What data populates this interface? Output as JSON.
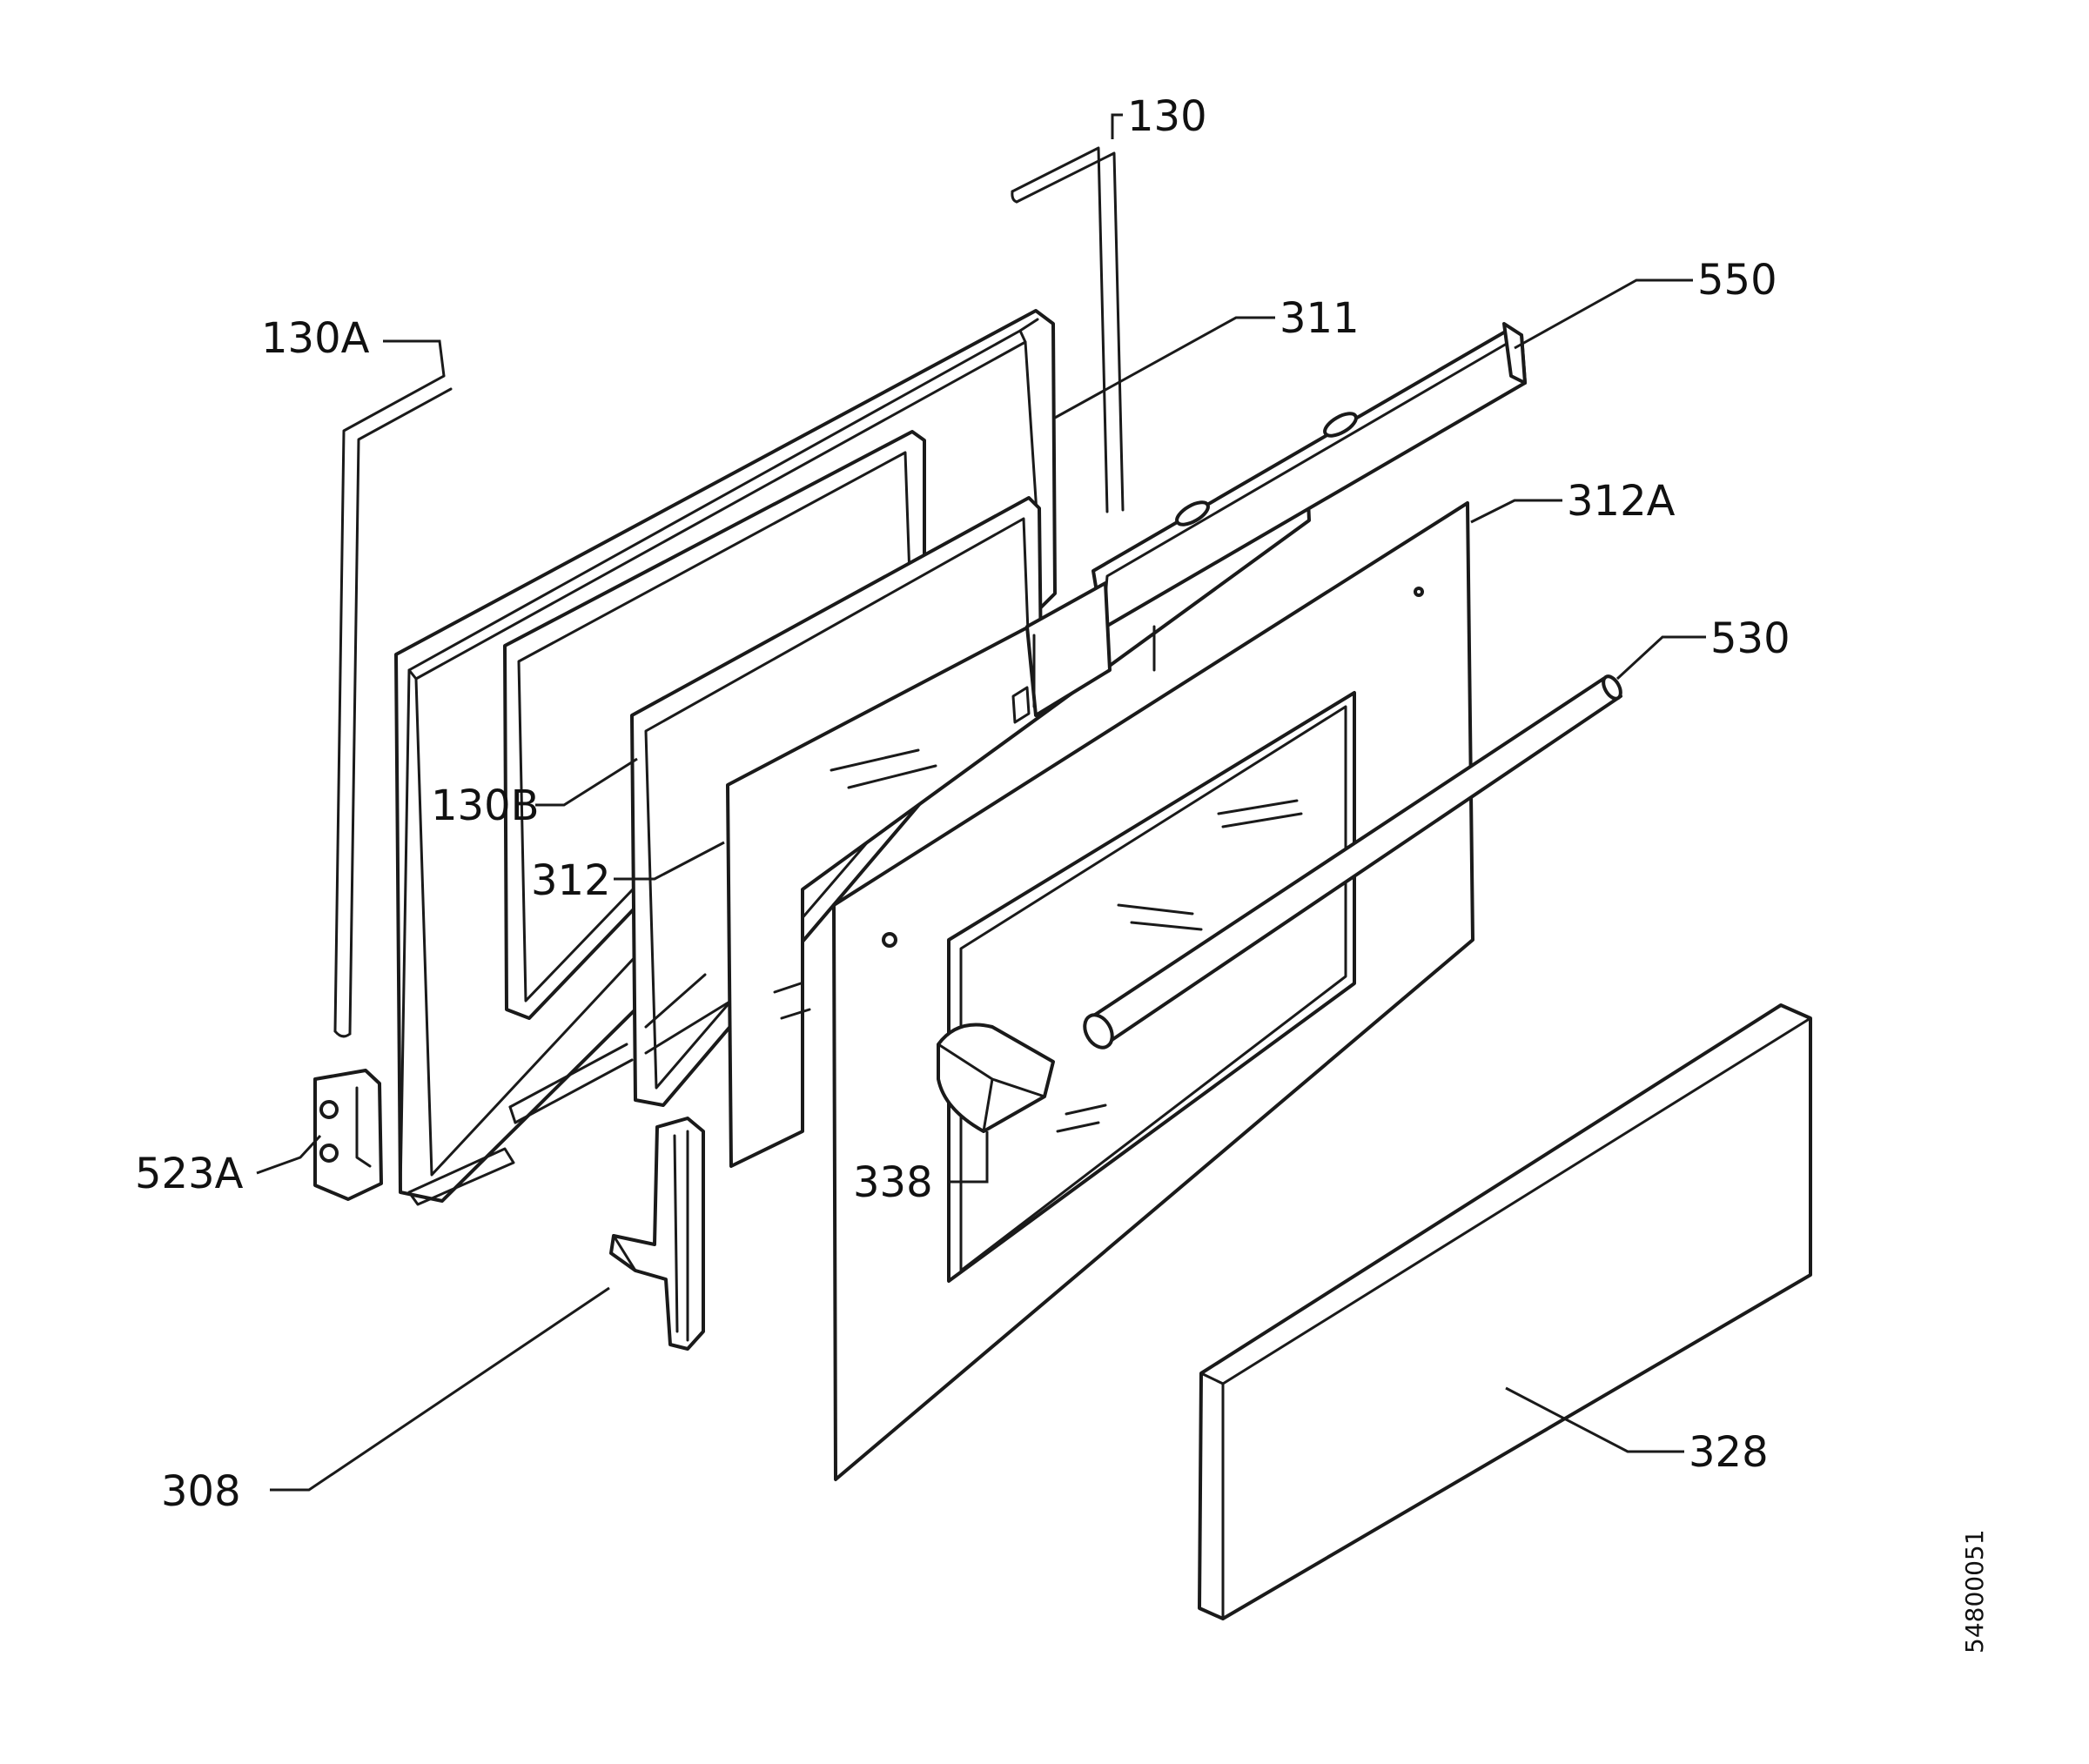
{
  "labels": {
    "p130": "130",
    "p130A": "130A",
    "p311": "311",
    "p550": "550",
    "p312A": "312A",
    "p530": "530",
    "p130B": "130B",
    "p312": "312",
    "p523A": "523A",
    "p338": "338",
    "p308": "308",
    "p328": "328"
  },
  "document_id": "54800051"
}
